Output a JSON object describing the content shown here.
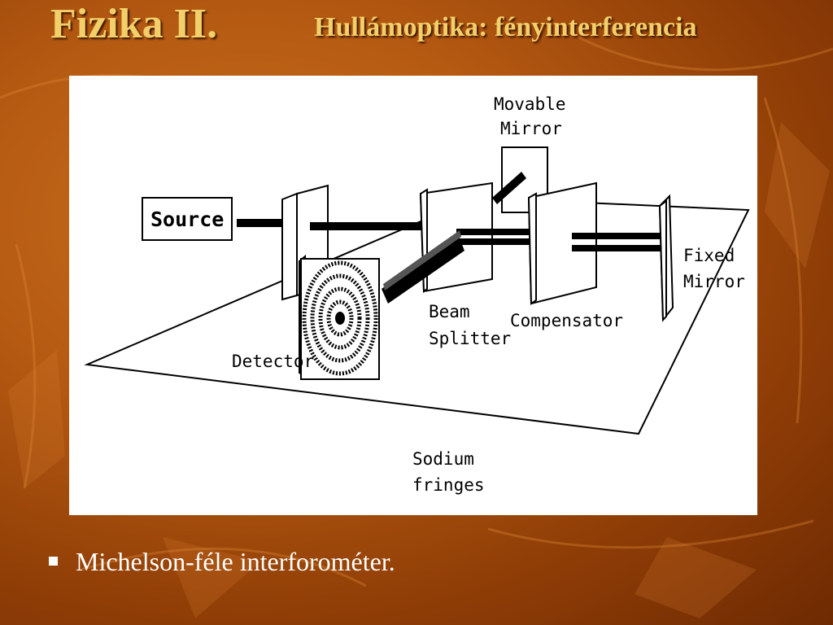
{
  "slide": {
    "title": "Fizika II.",
    "subtitle": "Hullámoptika: fényinterferencia",
    "bullets": [
      "Michelson-féle interforométer."
    ]
  },
  "figure": {
    "labels": {
      "source": "Source",
      "movable_mirror_1": "Movable",
      "movable_mirror_2": "Mirror",
      "fixed_mirror_1": "Fixed",
      "fixed_mirror_2": "Mirror",
      "beam_splitter_1": "Beam",
      "beam_splitter_2": "Splitter",
      "compensator": "Compensator",
      "detector": "Detector",
      "sodium_1": "Sodium",
      "sodium_2": "fringes"
    }
  },
  "colors": {
    "title": "#f3cf6a",
    "background_warm": "#b55a12",
    "text": "#ffffff"
  }
}
